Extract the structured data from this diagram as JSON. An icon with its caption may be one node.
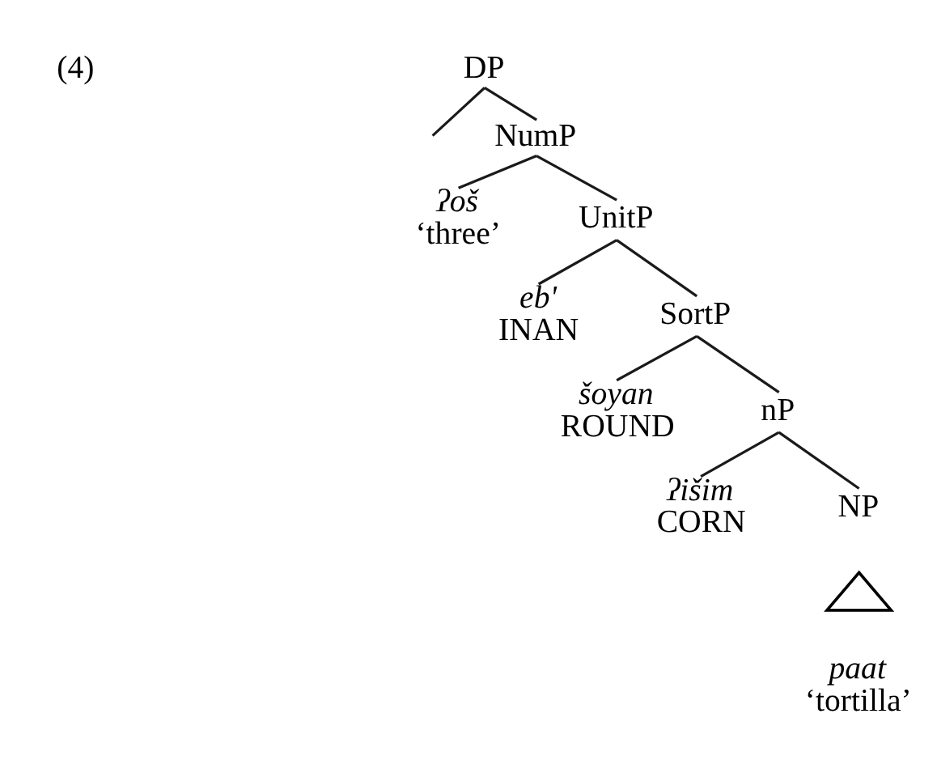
{
  "diagram": {
    "nodes": [
      {
        "text": [
          "DP"
        ]
      },
      {
        "text": [
          "NumP"
        ]
      },
      {
        "text": [
          "ʔoš",
          "‘three’"
        ]
      },
      {
        "text": [
          "UnitP"
        ]
      },
      {
        "text": [
          "eb'",
          "INAN"
        ]
      },
      {
        "text": [
          "SortP"
        ]
      },
      {
        "text": [
          "šoyan",
          "ROUND"
        ]
      },
      {
        "text": [
          "nP"
        ]
      },
      {
        "text": [
          "ʔišim",
          "CORN"
        ]
      },
      {
        "text": [
          "NP"
        ]
      },
      {
        "text": [],
        "shape": "triangle"
      },
      {
        "text": [
          "paat",
          "‘tortilla’"
        ]
      }
    ],
    "edges": [
      {
        "from": 0,
        "to": null,
        "arrow": "none"
      },
      {
        "from": 0,
        "to": 1,
        "arrow": "none"
      },
      {
        "from": 1,
        "to": 2,
        "arrow": "none"
      },
      {
        "from": 1,
        "to": 3,
        "arrow": "none"
      },
      {
        "from": 3,
        "to": 4,
        "arrow": "none"
      },
      {
        "from": 3,
        "to": 5,
        "arrow": "none"
      },
      {
        "from": 5,
        "to": 6,
        "arrow": "none"
      },
      {
        "from": 5,
        "to": 7,
        "arrow": "none"
      },
      {
        "from": 7,
        "to": 8,
        "arrow": "none"
      },
      {
        "from": 7,
        "to": 9,
        "arrow": "none"
      }
    ],
    "labels": [
      "(4)"
    ]
  }
}
